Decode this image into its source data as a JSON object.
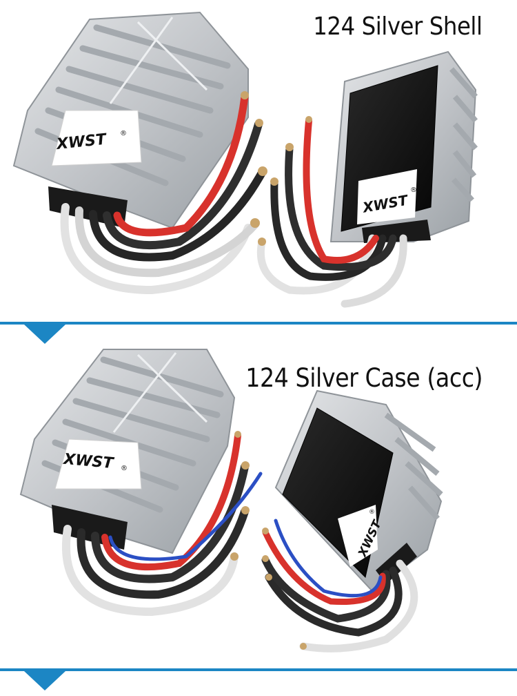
{
  "panel_1": {
    "title": "124 Silver Shell",
    "brand_label": "XWST",
    "brand_mark": "®"
  },
  "panel_2": {
    "title": "124 Silver Case (acc)",
    "brand_label": "XWST",
    "brand_mark": "®"
  },
  "colors": {
    "divider": "#1c86c4",
    "aluminum": "#c8cbce",
    "aluminum_dark": "#9ea2a6",
    "black_face": "#0e0e0e",
    "wire_red": "#d8322c",
    "wire_black": "#2a2a2a",
    "wire_white": "#e6e6e6",
    "wire_blue": "#2b4fc4",
    "copper_tip": "#c9a46a"
  }
}
